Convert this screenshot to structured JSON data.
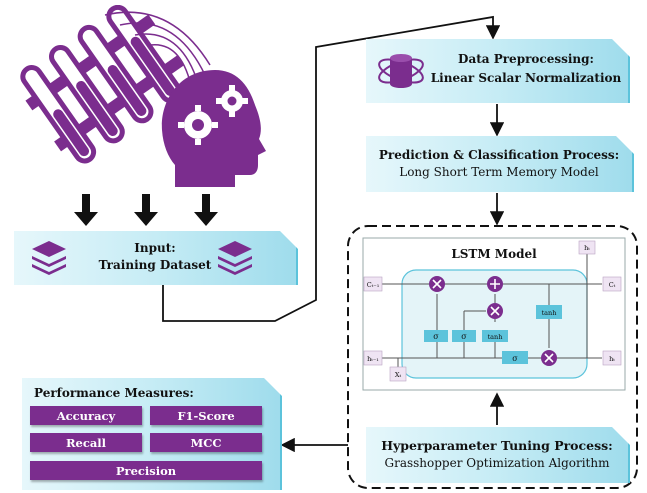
{
  "input_box": {
    "title": "Input:",
    "subtitle": "Training Dataset"
  },
  "preprocessing_box": {
    "title": "Data Preprocessing:",
    "subtitle": "Linear Scalar Normalization"
  },
  "prediction_box": {
    "title": "Prediction & Classification Process:",
    "subtitle": "Long Short Term Memory Model"
  },
  "lstm": {
    "title": "LSTM Model",
    "labels": {
      "c_prev": "Cₜ₋₁",
      "c_t": "Cₜ",
      "h_prev": "hₜ₋₁",
      "h_t_out": "hₜ",
      "h_t_top": "hₜ",
      "x_t": "Xₜ"
    },
    "gate_labels": {
      "sigma": "σ",
      "tanh": "tanh"
    }
  },
  "hyper_box": {
    "title": "Hyperparameter Tuning Process:",
    "subtitle": "Grasshopper Optimization Algorithm"
  },
  "performance": {
    "title": "Performance Measures:",
    "metrics": [
      "Accuracy",
      "F1-Score",
      "Recall",
      "MCC",
      "Precision"
    ]
  },
  "colors": {
    "purple": "#7b2d8e",
    "teal": "#5cc3db",
    "lstm_fill": "#e4f4f8"
  }
}
